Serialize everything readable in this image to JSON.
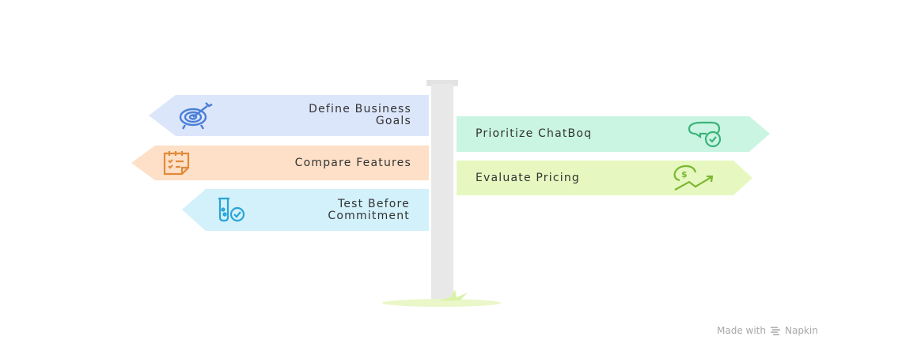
{
  "diagram": {
    "type": "signpost",
    "left_signs": [
      {
        "label": "Define Business\nGoals",
        "color": "#dce6fb",
        "icon": "target-icon",
        "icon_color": "#4a7fd6"
      },
      {
        "label": "Compare Features",
        "color": "#fde0c7",
        "icon": "checklist-icon",
        "icon_color": "#e08a3c"
      },
      {
        "label": "Test Before\nCommitment",
        "color": "#d3f1fb",
        "icon": "test-tube-check-icon",
        "icon_color": "#2aa3d6"
      }
    ],
    "right_signs": [
      {
        "label": "Prioritize ChatBoq",
        "color": "#c9f5e2",
        "icon": "chat-check-icon",
        "icon_color": "#3cb37a"
      },
      {
        "label": "Evaluate Pricing",
        "color": "#e6f8c0",
        "icon": "pricing-growth-icon",
        "icon_color": "#7bb832"
      }
    ]
  },
  "footer": {
    "text": "Made with",
    "brand": "Napkin"
  }
}
